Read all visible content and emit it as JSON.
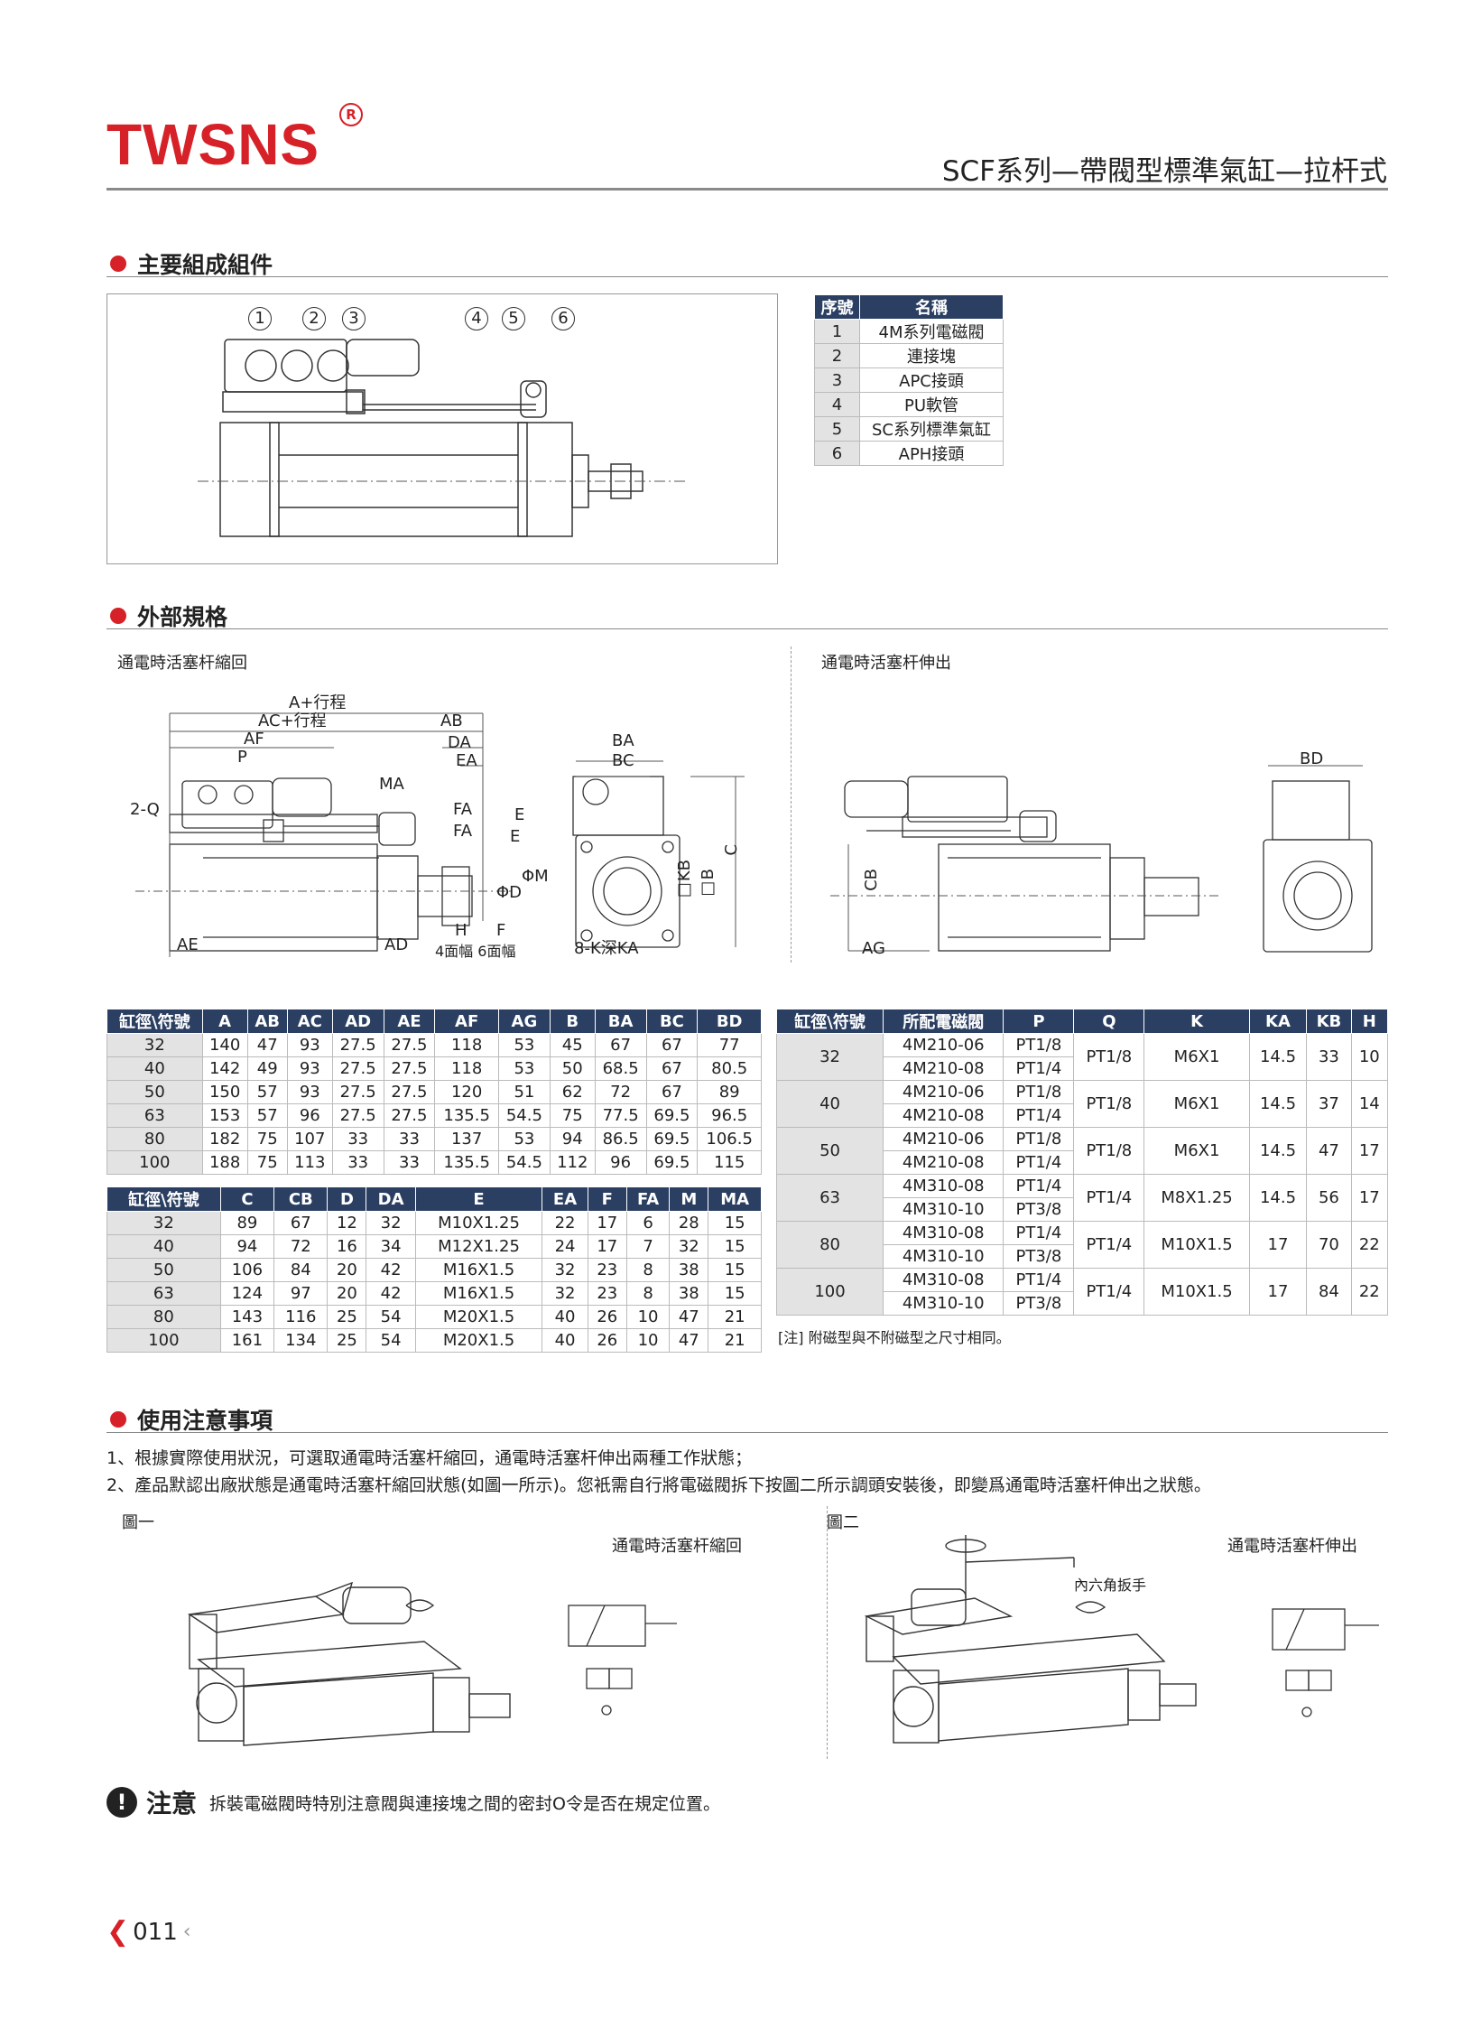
{
  "header": {
    "logo_text": "TWSNS",
    "registered": "R",
    "title": "SCF系列—帶閥型標準氣缸—拉杆式"
  },
  "sections": {
    "components": "主要組成組件",
    "external": "外部規格",
    "usage": "使用注意事項"
  },
  "components_table": {
    "headers": [
      "序號",
      "名稱"
    ],
    "rows": [
      [
        "1",
        "4M系列電磁閥"
      ],
      [
        "2",
        "連接塊"
      ],
      [
        "3",
        "APC接頭"
      ],
      [
        "4",
        "PU軟管"
      ],
      [
        "5",
        "SC系列標準氣缸"
      ],
      [
        "6",
        "APH接頭"
      ]
    ]
  },
  "component_callouts": [
    "1",
    "2",
    "3",
    "4",
    "5",
    "6"
  ],
  "diagram_labels": {
    "retract_title": "通電時活塞杆縮回",
    "extend_title": "通電時活塞杆伸出",
    "a_stroke": "A+行程",
    "ac_stroke": "AC+行程",
    "af": "AF",
    "p": "P",
    "q": "2-Q",
    "ma": "MA",
    "ab": "AB",
    "da": "DA",
    "ea": "EA",
    "fa": "FA",
    "fa2": "FA",
    "e": "E",
    "e2": "E",
    "phi_m": "ΦM",
    "phi_d": "ΦD",
    "h": "H",
    "f": "F",
    "faces": "4面幅 6面幅",
    "ae": "AE",
    "ad": "AD",
    "ba": "BA",
    "bc": "BC",
    "kb": "□KB",
    "b": "□B",
    "c": "C",
    "k_ka": "8-K深KA",
    "bd": "BD",
    "cb": "CB",
    "ag": "AG"
  },
  "dim_table1": {
    "headers": [
      "缸徑\\符號",
      "A",
      "AB",
      "AC",
      "AD",
      "AE",
      "AF",
      "AG",
      "B",
      "BA",
      "BC",
      "BD"
    ],
    "rows": [
      [
        "32",
        "140",
        "47",
        "93",
        "27.5",
        "27.5",
        "118",
        "53",
        "45",
        "67",
        "67",
        "77"
      ],
      [
        "40",
        "142",
        "49",
        "93",
        "27.5",
        "27.5",
        "118",
        "53",
        "50",
        "68.5",
        "67",
        "80.5"
      ],
      [
        "50",
        "150",
        "57",
        "93",
        "27.5",
        "27.5",
        "120",
        "51",
        "62",
        "72",
        "67",
        "89"
      ],
      [
        "63",
        "153",
        "57",
        "96",
        "27.5",
        "27.5",
        "135.5",
        "54.5",
        "75",
        "77.5",
        "69.5",
        "96.5"
      ],
      [
        "80",
        "182",
        "75",
        "107",
        "33",
        "33",
        "137",
        "53",
        "94",
        "86.5",
        "69.5",
        "106.5"
      ],
      [
        "100",
        "188",
        "75",
        "113",
        "33",
        "33",
        "135.5",
        "54.5",
        "112",
        "96",
        "69.5",
        "115"
      ]
    ]
  },
  "dim_table2": {
    "headers": [
      "缸徑\\符號",
      "C",
      "CB",
      "D",
      "DA",
      "E",
      "EA",
      "F",
      "FA",
      "M",
      "MA"
    ],
    "rows": [
      [
        "32",
        "89",
        "67",
        "12",
        "32",
        "M10X1.25",
        "22",
        "17",
        "6",
        "28",
        "15"
      ],
      [
        "40",
        "94",
        "72",
        "16",
        "34",
        "M12X1.25",
        "24",
        "17",
        "7",
        "32",
        "15"
      ],
      [
        "50",
        "106",
        "84",
        "20",
        "42",
        "M16X1.5",
        "32",
        "23",
        "8",
        "38",
        "15"
      ],
      [
        "63",
        "124",
        "97",
        "20",
        "42",
        "M16X1.5",
        "32",
        "23",
        "8",
        "38",
        "15"
      ],
      [
        "80",
        "143",
        "116",
        "25",
        "54",
        "M20X1.5",
        "40",
        "26",
        "10",
        "47",
        "21"
      ],
      [
        "100",
        "161",
        "134",
        "25",
        "54",
        "M20X1.5",
        "40",
        "26",
        "10",
        "47",
        "21"
      ]
    ]
  },
  "dim_table3": {
    "headers": [
      "缸徑\\符號",
      "所配電磁閥",
      "P",
      "Q",
      "K",
      "KA",
      "KB",
      "H"
    ],
    "groups": [
      {
        "bore": "32",
        "valves": [
          "4M210-06",
          "4M210-08"
        ],
        "p": [
          "PT1/8",
          "PT1/4"
        ],
        "q": "PT1/8",
        "k": "M6X1",
        "ka": "14.5",
        "kb": "33",
        "h": "10"
      },
      {
        "bore": "40",
        "valves": [
          "4M210-06",
          "4M210-08"
        ],
        "p": [
          "PT1/8",
          "PT1/4"
        ],
        "q": "PT1/8",
        "k": "M6X1",
        "ka": "14.5",
        "kb": "37",
        "h": "14"
      },
      {
        "bore": "50",
        "valves": [
          "4M210-06",
          "4M210-08"
        ],
        "p": [
          "PT1/8",
          "PT1/4"
        ],
        "q": "PT1/8",
        "k": "M6X1",
        "ka": "14.5",
        "kb": "47",
        "h": "17"
      },
      {
        "bore": "63",
        "valves": [
          "4M310-08",
          "4M310-10"
        ],
        "p": [
          "PT1/4",
          "PT3/8"
        ],
        "q": "PT1/4",
        "k": "M8X1.25",
        "ka": "14.5",
        "kb": "56",
        "h": "17"
      },
      {
        "bore": "80",
        "valves": [
          "4M310-08",
          "4M310-10"
        ],
        "p": [
          "PT1/4",
          "PT3/8"
        ],
        "q": "PT1/4",
        "k": "M10X1.5",
        "ka": "17",
        "kb": "70",
        "h": "22"
      },
      {
        "bore": "100",
        "valves": [
          "4M310-08",
          "4M310-10"
        ],
        "p": [
          "PT1/4",
          "PT3/8"
        ],
        "q": "PT1/4",
        "k": "M10X1.5",
        "ka": "17",
        "kb": "84",
        "h": "22"
      }
    ],
    "note": "[注] 附磁型與不附磁型之尺寸相同。"
  },
  "usage": {
    "note1": "1、根據實際使用狀況，可選取通電時活塞杆縮回，通電時活塞杆伸出兩種工作狀態；",
    "note2": "2、產品默認出廠狀態是通電時活塞杆縮回狀態(如圖一所示)。您衹需自行將電磁閥拆下按圖二所示調頭安裝後，即變爲通電時活塞杆伸出之狀態。",
    "fig1": "圖一",
    "fig2": "圖二",
    "fig1_caption": "通電時活塞杆縮回",
    "fig2_caption": "通電時活塞杆伸出",
    "hex_wrench": "內六角扳手"
  },
  "caution": {
    "title": "注意",
    "text": "拆裝電磁閥時特別注意閥與連接塊之間的密封O令是否在規定位置。"
  },
  "page": {
    "number": "011"
  }
}
